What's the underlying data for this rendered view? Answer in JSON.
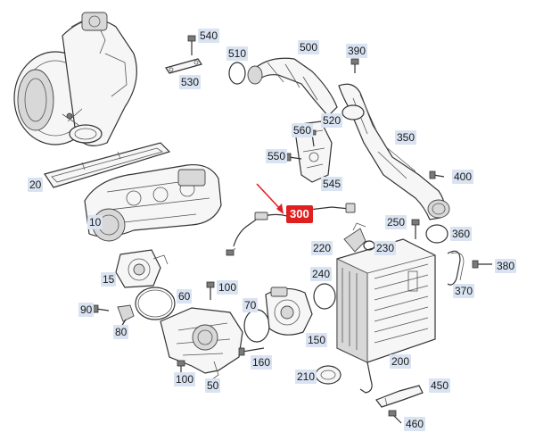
{
  "diagram": {
    "highlight_color": "#e02020",
    "label_color": "#d9e3f1",
    "parts": [
      {
        "id": "540",
        "label": "540"
      },
      {
        "id": "510",
        "label": "510"
      },
      {
        "id": "500",
        "label": "500"
      },
      {
        "id": "390",
        "label": "390"
      },
      {
        "id": "530",
        "label": "530"
      },
      {
        "id": "520",
        "label": "520"
      },
      {
        "id": "560",
        "label": "560"
      },
      {
        "id": "350",
        "label": "350"
      },
      {
        "id": "550",
        "label": "550"
      },
      {
        "id": "20",
        "label": "20"
      },
      {
        "id": "545",
        "label": "545"
      },
      {
        "id": "400",
        "label": "400"
      },
      {
        "id": "300",
        "label": "300",
        "highlighted": true
      },
      {
        "id": "10",
        "label": "10"
      },
      {
        "id": "250",
        "label": "250"
      },
      {
        "id": "360",
        "label": "360"
      },
      {
        "id": "220",
        "label": "220"
      },
      {
        "id": "230",
        "label": "230"
      },
      {
        "id": "380",
        "label": "380"
      },
      {
        "id": "15",
        "label": "15"
      },
      {
        "id": "240",
        "label": "240"
      },
      {
        "id": "100a",
        "label": "100"
      },
      {
        "id": "60",
        "label": "60"
      },
      {
        "id": "370",
        "label": "370"
      },
      {
        "id": "90",
        "label": "90"
      },
      {
        "id": "70",
        "label": "70"
      },
      {
        "id": "80",
        "label": "80"
      },
      {
        "id": "150",
        "label": "150"
      },
      {
        "id": "160",
        "label": "160"
      },
      {
        "id": "200",
        "label": "200"
      },
      {
        "id": "210",
        "label": "210"
      },
      {
        "id": "100b",
        "label": "100"
      },
      {
        "id": "50",
        "label": "50"
      },
      {
        "id": "450",
        "label": "450"
      },
      {
        "id": "460",
        "label": "460"
      }
    ]
  }
}
